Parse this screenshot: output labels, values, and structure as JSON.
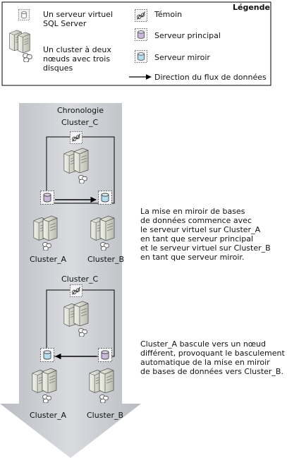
{
  "legend": {
    "title": "Légende",
    "items": {
      "virtual_server": "Un serveur virtuel\nSQL Server",
      "cluster": "Un cluster à deux\nnœuds avec trois\ndisques",
      "witness": "Témoin",
      "principal": "Serveur principal",
      "mirror": "Serveur miroir",
      "flow": "Direction du flux de données"
    }
  },
  "timeline": {
    "title": "Chronologie"
  },
  "scenario1": {
    "witness_cluster": "Cluster_C",
    "left_cluster": "Cluster_A",
    "right_cluster": "Cluster_B",
    "description": "La mise en miroir de bases\nde données commence avec\nle serveur virtuel sur Cluster_A\nen tant que serveur principal\net le serveur virtuel sur Cluster_B\nen tant que serveur miroir."
  },
  "scenario2": {
    "witness_cluster": "Cluster_C",
    "left_cluster": "Cluster_A",
    "right_cluster": "Cluster_B",
    "description": "Cluster_A bascule vers un nœud\ndifférent, provoquant le basculement\nautomatique de la mise en miroir\nde bases de données vers Cluster_B."
  },
  "colors": {
    "principal_db": "#c9b8dc",
    "mirror_db": "#b4dcef",
    "arrow_band": "#c8cacf",
    "server": "#cfd2c6"
  }
}
